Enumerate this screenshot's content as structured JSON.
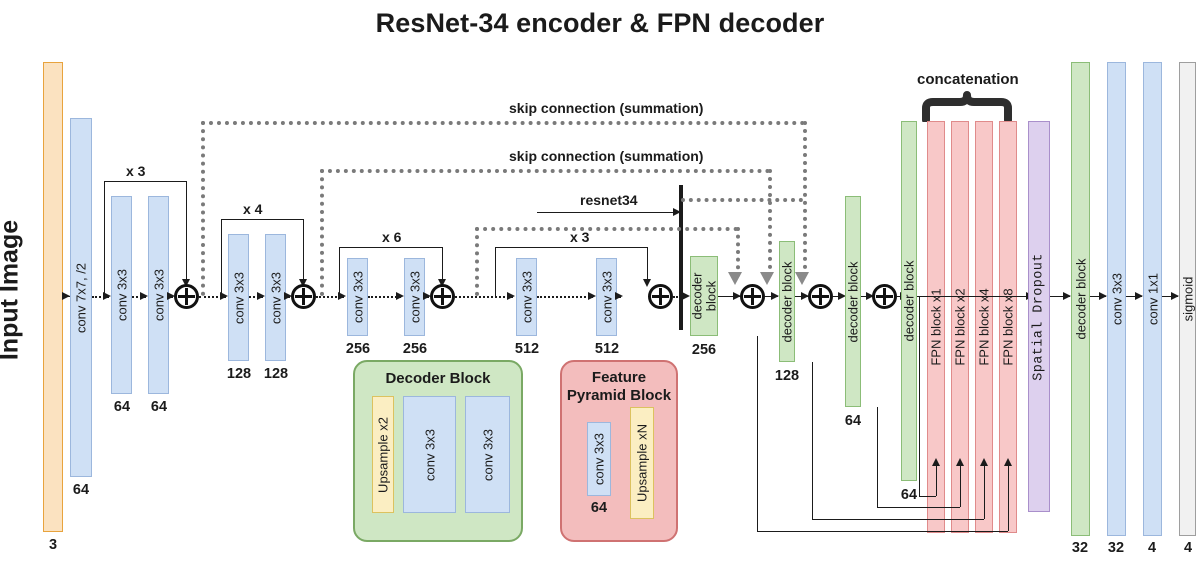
{
  "title": "ResNet-34 encoder & FPN decoder",
  "input": {
    "label": "Input Image",
    "channels": "3"
  },
  "encoder": {
    "stem": {
      "label": "conv 7x7, /2",
      "channels": "64"
    },
    "stages": [
      {
        "repeat": "x 3",
        "convs": [
          {
            "label": "conv 3x3",
            "channels": "64"
          },
          {
            "label": "conv 3x3",
            "channels": "64"
          }
        ]
      },
      {
        "repeat": "x 4",
        "convs": [
          {
            "label": "conv 3x3",
            "channels": "128"
          },
          {
            "label": "conv 3x3",
            "channels": "128"
          }
        ]
      },
      {
        "repeat": "x 6",
        "convs": [
          {
            "label": "conv 3x3",
            "channels": "256"
          },
          {
            "label": "conv 3x3",
            "channels": "256"
          }
        ]
      },
      {
        "repeat": "x 3",
        "convs": [
          {
            "label": "conv 3x3",
            "channels": "512"
          },
          {
            "label": "conv 3x3",
            "channels": "512"
          }
        ]
      }
    ],
    "boundary_label": "resnet34"
  },
  "skip_connections": [
    {
      "label": "skip connection (summation)"
    },
    {
      "label": "skip connection (summation)"
    }
  ],
  "decoder_blocks": [
    {
      "label": "decoder block",
      "channels": "256"
    },
    {
      "label": "decoder block",
      "channels": "128"
    },
    {
      "label": "decoder block",
      "channels": "64"
    },
    {
      "label": "decoder block",
      "channels": "64"
    }
  ],
  "fpn": {
    "concat_label": "concatenation",
    "blocks": [
      {
        "label": "FPN block x1"
      },
      {
        "label": "FPN block x2"
      },
      {
        "label": "FPN block x4"
      },
      {
        "label": "FPN block x8"
      }
    ]
  },
  "head": [
    {
      "label": "Spatial Dropout",
      "channels": ""
    },
    {
      "label": "decoder block",
      "channels": "32"
    },
    {
      "label": "conv 3x3",
      "channels": "32"
    },
    {
      "label": "conv 1x1",
      "channels": "4"
    },
    {
      "label": "sigmoid",
      "channels": "4"
    }
  ],
  "legend": {
    "decoder_block": {
      "title": "Decoder Block",
      "items": [
        {
          "label": "Upsample x2"
        },
        {
          "label": "conv 3x3"
        },
        {
          "label": "conv 3x3"
        }
      ]
    },
    "feature_pyramid_block": {
      "title": "Feature\nPyramid Block",
      "title_line1": "Feature",
      "title_line2": "Pyramid Block",
      "items": [
        {
          "label": "conv 3x3",
          "channels": "64"
        },
        {
          "label": "Upsample xN"
        }
      ]
    }
  },
  "colors": {
    "input": "#fbe2c0",
    "conv": "#cfe0f5",
    "decoder": "#cfe7c4",
    "fpn": "#f8c8c8",
    "dropout": "#ddd0ee",
    "sigmoid": "#f1f1f1",
    "upsample": "#fbeec2",
    "skip": "#7a7a7a"
  }
}
